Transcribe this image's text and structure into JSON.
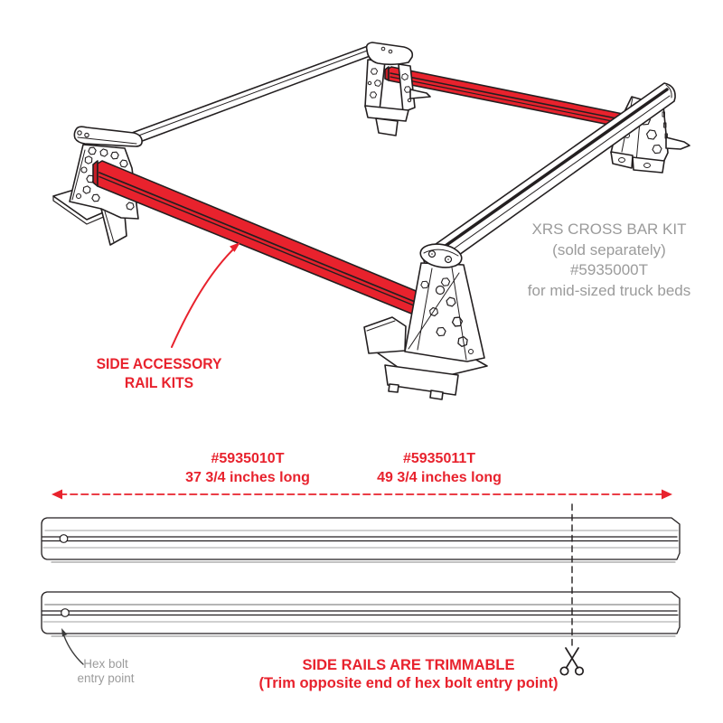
{
  "colors": {
    "red": "#e8222d",
    "gray_text": "#9b9b9b",
    "line": "#231f20"
  },
  "callouts": {
    "side_rail": {
      "lines": [
        "SIDE ACCESSORY",
        "RAIL KITS"
      ]
    },
    "crossbar_kit": {
      "lines": [
        "XRS CROSS BAR KIT",
        "(sold separately)",
        "#5935000T",
        "for mid-sized truck beds"
      ]
    },
    "hex_bolt": {
      "lines": [
        "Hex bolt",
        "entry point"
      ]
    },
    "trimmable": {
      "lines": [
        "SIDE RAILS ARE TRIMMABLE",
        "(Trim opposite end of hex bolt entry point)"
      ]
    }
  },
  "dimensions": {
    "rail_a": {
      "part": "#5935010T",
      "length": "37 3/4 inches long"
    },
    "rail_b": {
      "part": "#5935011T",
      "length": "49 3/4 inches long"
    }
  }
}
